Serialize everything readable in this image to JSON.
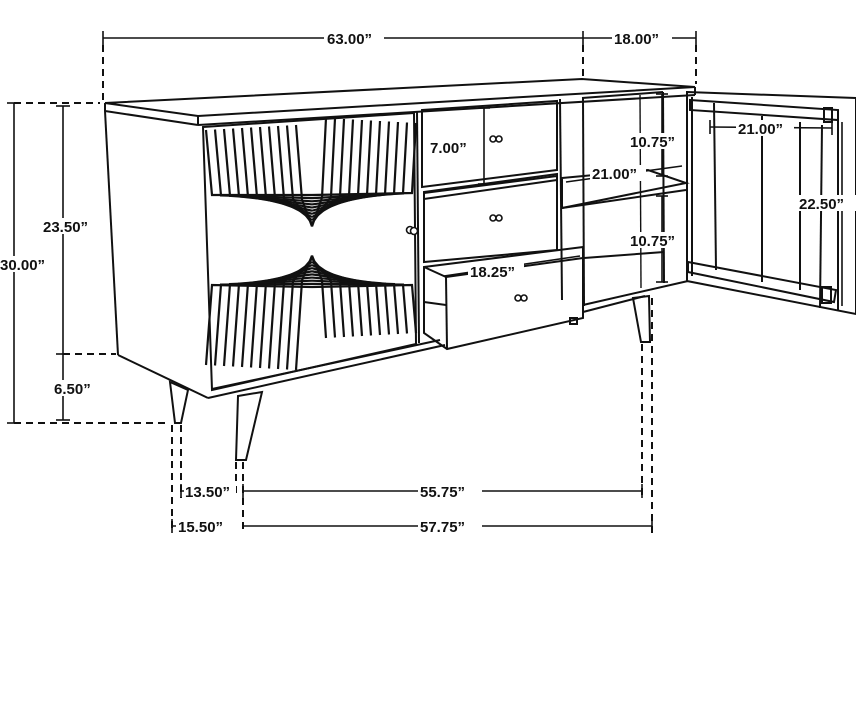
{
  "dimensions": {
    "overall_width": "63.00”",
    "overall_depth": "18.00”",
    "overall_height": "30.00”",
    "body_height": "23.50”",
    "leg_height": "6.50”",
    "drawer_height": "7.00”",
    "shelf_upper_height": "10.75”",
    "shelf_lower_height": "10.75”",
    "shelf_width": "21.00”",
    "door_width": "21.00”",
    "door_height": "22.50”",
    "drawer_width": "18.25”",
    "leg_span_front": "55.75”",
    "leg_span_back": "57.75”",
    "leg_offset_front": "13.50”",
    "leg_offset_back": "15.50”"
  }
}
